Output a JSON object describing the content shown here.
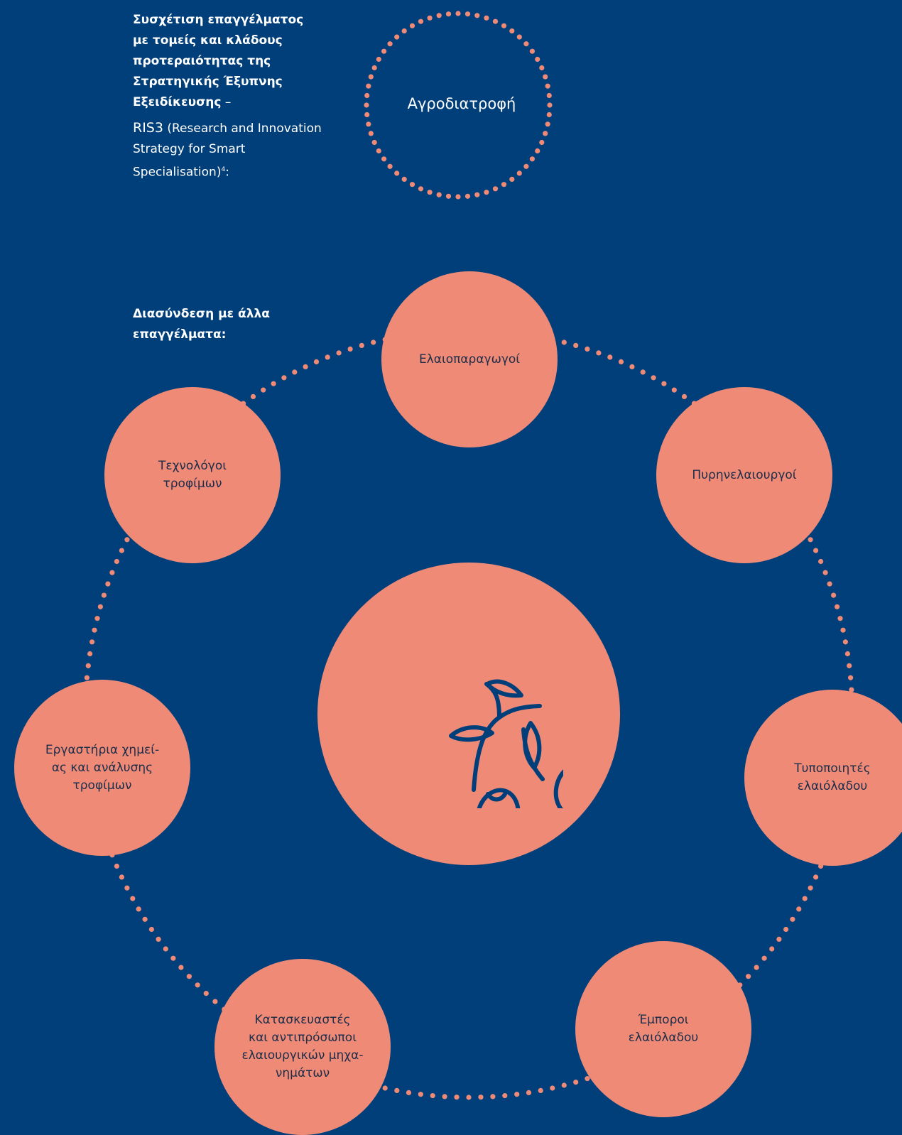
{
  "ris": {
    "heading": "Συσχέτιση επαγγέλματος με τομείς και κλάδους προτεραιότητας της Στρατηγικής Έξυπνης Εξειδίκευσης",
    "dash": " –",
    "code": "RIS3",
    "description": " (Research and Innovation Strategy for Smart Specialisation)",
    "footnote": "4",
    "suffix": ":",
    "sector": "Αγροδιατροφή"
  },
  "links": {
    "heading": "Διασύνδεση με άλλα επαγγέλματα:",
    "professions": [
      "Ελαιοπαραγωγοί",
      "Πυρηνελαιουργοί",
      "Τυποποιητές\nελαιόλαδου",
      "Έμποροι\nελαιόλαδου",
      "Κατασκευαστές\nκαι αντιπρόσωποι\nελαιουργικών μηχα-\nνημάτων",
      "Εργαστήρια χημεί-\nας και ανάλυσης\nτροφίμων",
      "Τεχνολόγοι\nτροφίμων"
    ]
  },
  "center": {
    "icon": "olive-branch-icon"
  },
  "colors": {
    "background": "#003f7a",
    "circle": "#ef8a76",
    "dots": "#ef8a76",
    "icon": "#003f7a",
    "label": "#1b2d4a"
  }
}
